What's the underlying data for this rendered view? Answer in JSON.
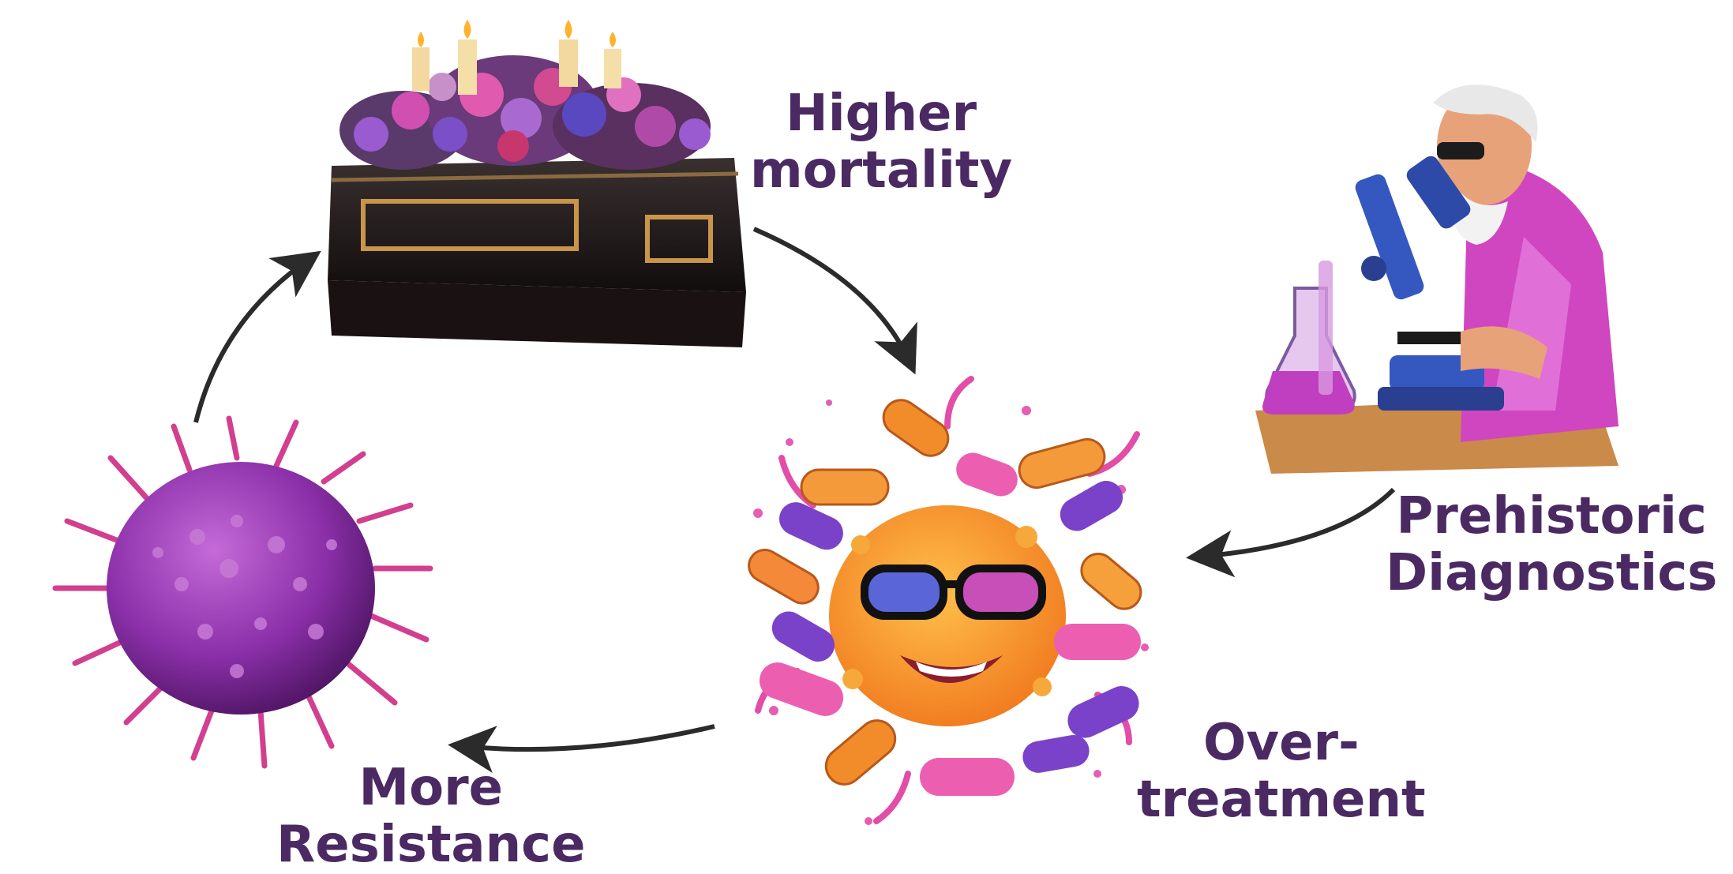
{
  "nodes": {
    "higher_mortality": {
      "line1": "Higher",
      "line2": "mortality",
      "icon": "coffin-with-flowers-icon"
    },
    "prehistoric_diagnostics": {
      "line1": "Prehistoric",
      "line2": "Diagnostics",
      "icon": "scientist-with-microscope-icon"
    },
    "over_treatment": {
      "line1": "Over-",
      "line2": "treatment",
      "icon": "bacterium-with-pills-icon"
    },
    "more_resistance": {
      "line1": "More",
      "line2": "Resistance",
      "icon": "spiky-virus-icon"
    }
  },
  "colors": {
    "text": "#4b2a63",
    "arrow": "#2b2b2b",
    "magenta": "#d23fb0",
    "purple": "#7a2f9e",
    "orange": "#f08a24",
    "blue": "#3a5bc4"
  }
}
